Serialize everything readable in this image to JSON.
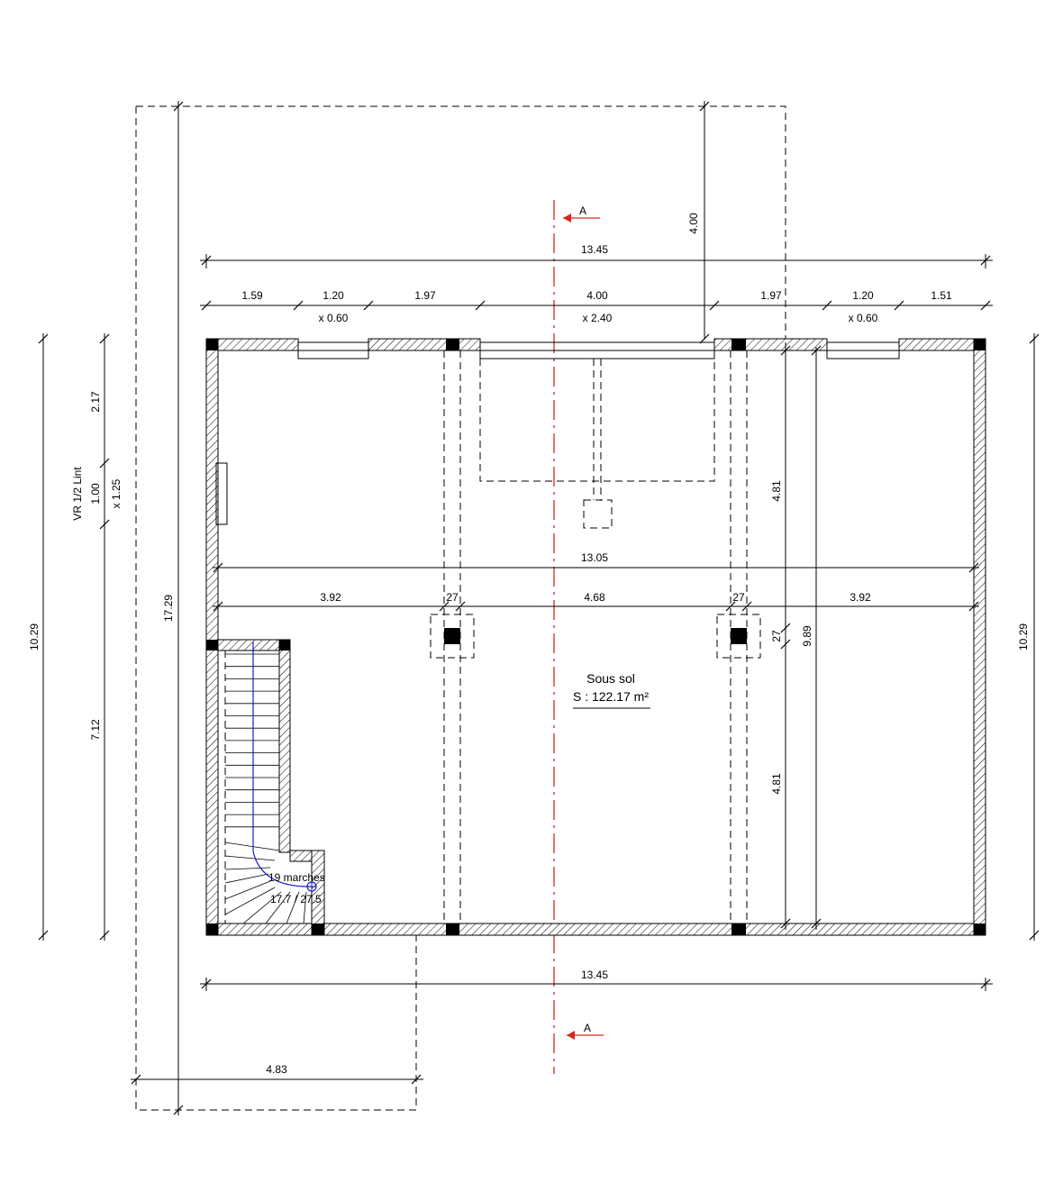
{
  "plan": {
    "room": {
      "name": "Sous sol",
      "area": "S : 122.17 m²"
    },
    "section_mark": "A",
    "top_dims": {
      "overall": "13.45",
      "segments": [
        "1.59",
        "1.20",
        "1.97",
        "4.00",
        "1.97",
        "1.20",
        "1.51"
      ],
      "opening_heights": [
        "x 0.60",
        "x 2.40",
        "x 0.60"
      ]
    },
    "inner_dims": {
      "overall": "13.05",
      "segments": [
        "3.92",
        "27",
        "4.68",
        "27",
        "3.92"
      ]
    },
    "bottom_dims": {
      "overall": "13.45",
      "left_offset": "4.83"
    },
    "vertical_dims": {
      "four": "4.00",
      "upper": "4.81",
      "lower": "4.81",
      "post": "27",
      "inner_height": "9.89",
      "left_total": "10.29",
      "right_total": "10.29",
      "outer_total": "17.29",
      "side_a": "2.17",
      "side_b": "1.00",
      "side_c": "7.12",
      "window_label": "VR 1/2 Lint",
      "window_height": "x 1.25"
    },
    "stair": {
      "steps": "19 marches",
      "ratio": "17.7 / 27.5"
    }
  },
  "colors": {
    "axis": "#d9261c",
    "stair_arrow": "#1a1acc",
    "line": "#000000"
  }
}
